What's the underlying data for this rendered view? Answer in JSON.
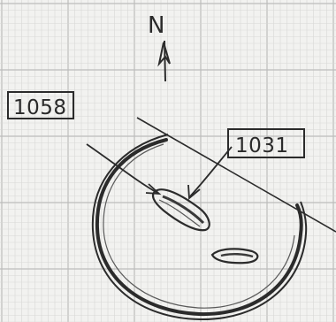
{
  "sketch": {
    "north_label": "N",
    "context_labels": [
      "1058",
      "1031"
    ],
    "colors": {
      "paper": "#f2f2f0",
      "grid_minor": "#d8d8d6",
      "grid_major": "#bdbdbb",
      "ink": "#2b2b2b"
    }
  }
}
